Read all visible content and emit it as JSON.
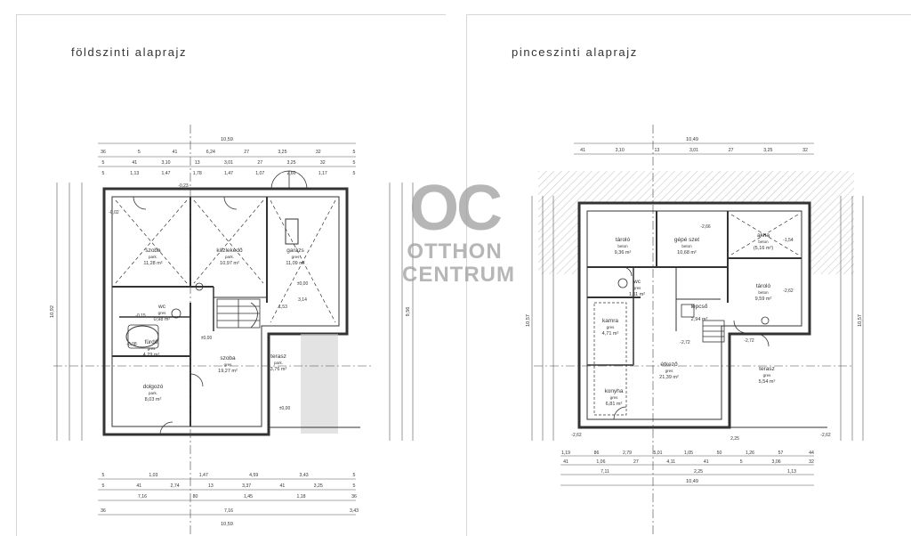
{
  "titles": {
    "ground": "földszinti alaprajz",
    "basement": "pinceszinti alaprajz"
  },
  "logo": {
    "mark": "OC",
    "line1": "OTTHON",
    "line2": "CENTRUM"
  },
  "ground_rooms": [
    {
      "name": "szoba",
      "floor": "park.",
      "area": "11,28 m²"
    },
    {
      "name": "közlekedő",
      "floor": "park.",
      "area": "10,97 m²"
    },
    {
      "name": "garázs",
      "floor": "gres",
      "area": "11,09 m²"
    },
    {
      "name": "fürdő",
      "floor": "gres",
      "area": "4,29 m²"
    },
    {
      "name": "wc",
      "floor": "gres",
      "area": "0,98 m²"
    },
    {
      "name": "szoba",
      "floor": "gres",
      "area": "19,27 m²"
    },
    {
      "name": "terasz",
      "floor": "park.",
      "area": "3,76 m²"
    },
    {
      "name": "dolgozó",
      "floor": "park.",
      "area": "8,03 m²"
    }
  ],
  "basement_rooms": [
    {
      "name": "tároló",
      "floor": "beton",
      "area": "9,36 m²"
    },
    {
      "name": "gépé szet",
      "floor": "beton",
      "area": "10,68 m²"
    },
    {
      "name": "akna",
      "floor": "beton",
      "area": "(5,16 m²)"
    },
    {
      "name": "tároló",
      "floor": "beton",
      "area": "9,59 m²"
    },
    {
      "name": "wc",
      "floor": "gres",
      "area": "1,11 m²"
    },
    {
      "name": "kamra",
      "floor": "gres",
      "area": "4,71 m²"
    },
    {
      "name": "lépcső",
      "floor": "",
      "area": "2,94 m²"
    },
    {
      "name": "étkező",
      "floor": "gres",
      "area": "21,39 m²"
    },
    {
      "name": "konyha",
      "floor": "gres",
      "area": "6,81 m²"
    },
    {
      "name": "terasz",
      "floor": "gres",
      "area": "5,54 m²"
    }
  ],
  "ground_dims": {
    "top_total": "10,59",
    "top_row1": [
      "36",
      "5",
      "41",
      "6,24",
      "27",
      "3,25",
      "32",
      "5"
    ],
    "top_row2": [
      "5",
      "41",
      "3,10",
      "13",
      "3,01",
      "27",
      "3,25",
      "32",
      "5"
    ],
    "top_row3": [
      "5",
      "1,13",
      "1,47",
      "1,78",
      "1,47",
      "1,07",
      "2,60",
      "1,17",
      "5"
    ],
    "bottom_row1": [
      "5",
      "1,03",
      "1,47",
      "4,59",
      "3,43",
      "5"
    ],
    "bottom_row2": [
      "5",
      "41",
      "2,74",
      "13",
      "3,37",
      "41",
      "3,25",
      "5"
    ],
    "bottom_row3": [
      "7,16",
      "80",
      "1,45",
      "1,18",
      "36"
    ],
    "bottom_row4": [
      "36",
      "7,16",
      "3,43"
    ],
    "bottom_total": "10,59",
    "left_total": "10,92",
    "right_total": "9,56",
    "notes": [
      "-0,23",
      "-0,02",
      "±0,00",
      "±0,00",
      "±0,00",
      "-0,15",
      "-0,08",
      "3,14",
      "1,53"
    ]
  },
  "basement_dims": {
    "top_total": "10,49",
    "top_row1": [
      "41",
      "3,10",
      "13",
      "3,01",
      "27",
      "3,25",
      "32"
    ],
    "bottom_row1": [
      "1,19",
      "86",
      "2,79",
      "5,01",
      "1,05",
      "50",
      "1,26",
      "57",
      "44"
    ],
    "bottom_row2": [
      "41",
      "1,06",
      "27",
      "4,11",
      "41",
      "5",
      "3,06",
      "32"
    ],
    "bottom_row3": [
      "7,11",
      "2,25",
      "1,13"
    ],
    "bottom_total": "10,49",
    "left_total": "10,57",
    "right_total": "10,57",
    "notes": [
      "-2,62",
      "-1,54",
      "-2,62",
      "-2,72",
      "-2,72",
      "-2,62",
      "-2,66",
      "2,25"
    ]
  }
}
